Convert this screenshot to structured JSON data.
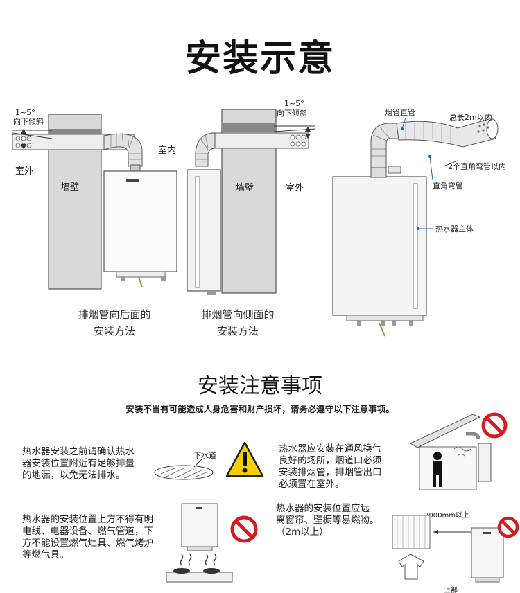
{
  "title": "安装示意",
  "diagram": {
    "left": {
      "slope_line1": "1~5°",
      "slope_line2": "向下倾斜",
      "indoor": "室内",
      "outdoor": "室外",
      "wall": "墙壁",
      "caption_line1": "排烟管向后面的",
      "caption_line2": "安装方法"
    },
    "middle": {
      "slope_line1": "1~5°",
      "slope_line2": "向下倾斜",
      "wall": "墙壁",
      "outdoor": "室外",
      "caption_line1": "排烟管向侧面的",
      "caption_line2": "安装方法"
    },
    "right": {
      "straight_pipe": "烟管直管",
      "total_length": "总长2m以内",
      "elbow_limit": "2个直角弯管以内",
      "elbow": "直角弯管",
      "main_body": "热水器主体"
    }
  },
  "precautions": {
    "title": "安装注意事项",
    "subtitle": "安装不当有可能造成人身危害和财产损坏，请务必遵守以下注意事项。",
    "items": [
      {
        "lines": [
          "热水器安装之前请确认热水",
          "器安装位置附近有足够排量",
          "的地漏，以免无法排水。"
        ],
        "label": "下水道"
      },
      {
        "lines": [
          "热水器应安装在通风换气",
          "良好的场所，烟道口必须",
          "安装排烟管，排烟管出口",
          "必须置在室外。"
        ]
      },
      {
        "lines": [
          "热水器的安装位置上方不得有明",
          "电线、电器设备、燃气管道，下",
          "方不能设置燃气灶具、燃气烤炉",
          "等燃气具。"
        ]
      },
      {
        "lines": [
          "热水器的安装位置应远",
          "离窗帘、壁橱等易燃物。",
          "（2m以上）"
        ],
        "label": "2000mm以上",
        "bottom_label": "上部"
      }
    ]
  }
}
